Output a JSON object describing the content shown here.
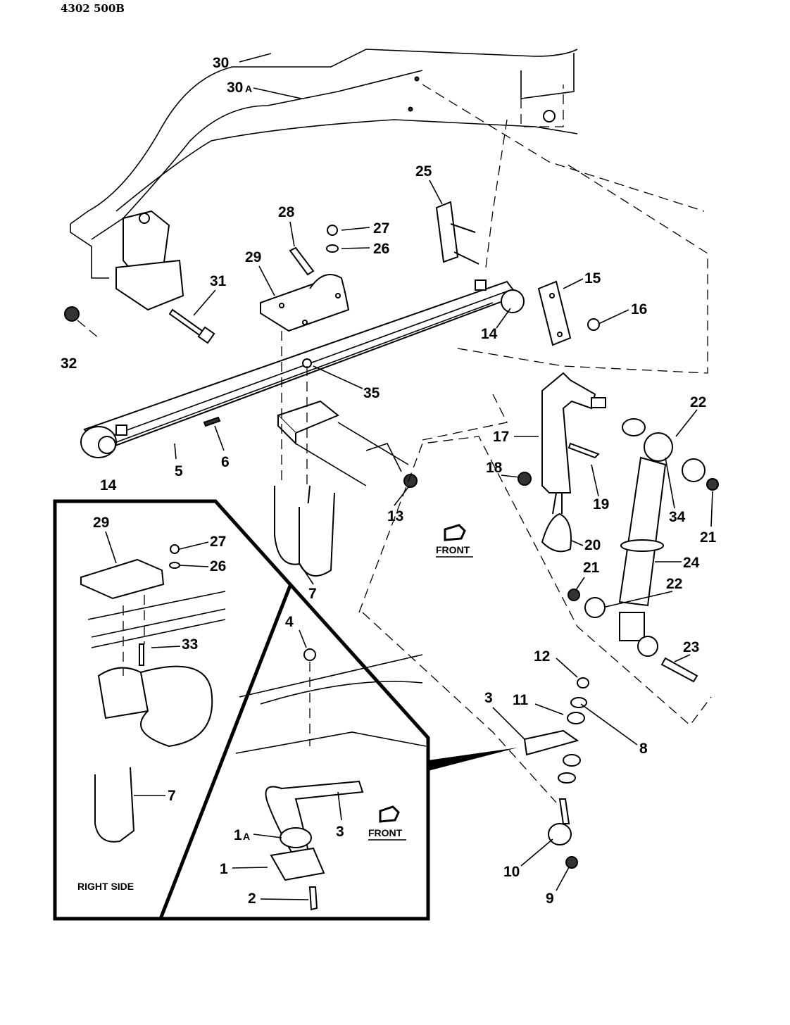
{
  "header": {
    "code": "4302 500B"
  },
  "callouts": {
    "c30": "30",
    "c30a": "30",
    "c30a_suffix": "A",
    "c25": "25",
    "c28": "28",
    "c27": "27",
    "c26": "26",
    "c29": "29",
    "c31": "31",
    "c15": "15",
    "c16": "16",
    "c14a": "14",
    "c32": "32",
    "c35": "35",
    "c22a": "22",
    "c17": "17",
    "c5": "5",
    "c6": "6",
    "c14b": "14",
    "c18": "18",
    "c19": "19",
    "c34": "34",
    "c21a": "21",
    "c13": "13",
    "c20": "20",
    "c24": "24",
    "c21b": "21",
    "c22b": "22",
    "c7": "7",
    "c23": "23",
    "c12": "12",
    "c3a": "3",
    "c11": "11",
    "c8": "8",
    "c3b": "3",
    "c1a": "1",
    "c1a_suffix": "A",
    "c1": "1",
    "c10": "10",
    "c2": "2",
    "c9": "9",
    "c4": "4"
  },
  "inset": {
    "title": "RIGHT SIDE",
    "callouts": {
      "c29": "29",
      "c27": "27",
      "c26": "26",
      "c33": "33",
      "c7": "7"
    }
  },
  "front_markers": [
    {
      "label": "FRONT"
    },
    {
      "label": "FRONT"
    }
  ]
}
